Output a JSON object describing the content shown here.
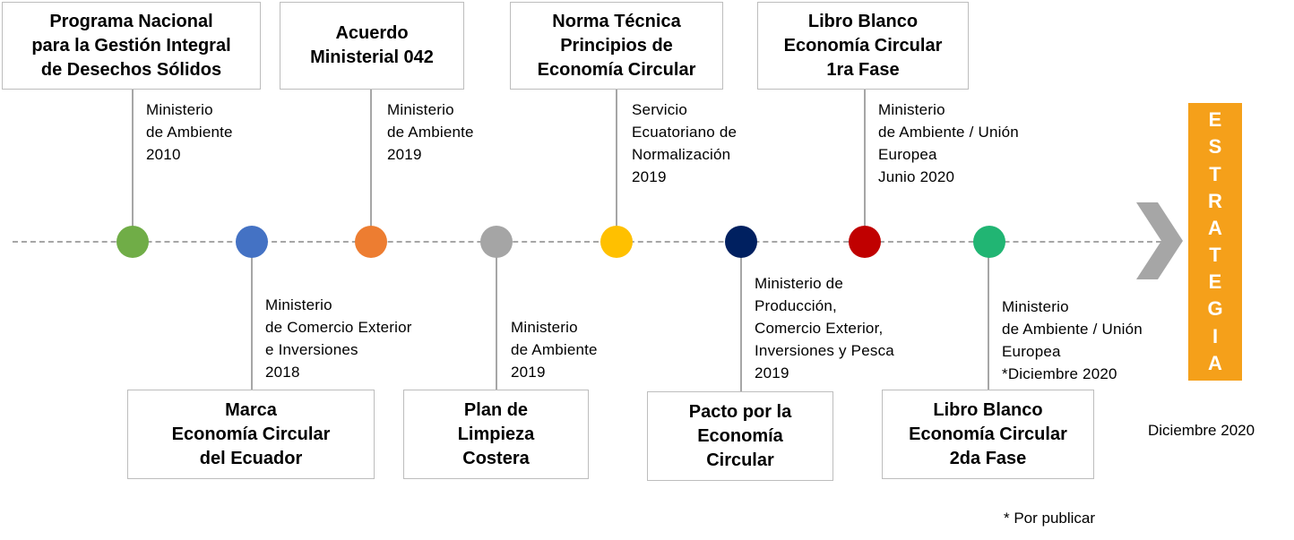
{
  "timeline_colors": {
    "green": "#70ad47",
    "blue": "#4472c4",
    "orange": "#ed7d31",
    "gray": "#a5a5a5",
    "yellow": "#ffc000",
    "navy": "#002060",
    "red": "#c00000",
    "emerald": "#21b573",
    "strategy": "#f5a01a"
  },
  "top_milestones": [
    {
      "title": "Programa Nacional\npara la Gestión Integral\nde Desechos Sólidos",
      "detail": "Ministerio\nde Ambiente\n2010"
    },
    {
      "title": "Acuerdo\nMinisterial 042",
      "detail": "Ministerio\nde Ambiente\n2019"
    },
    {
      "title": "Norma Técnica\nPrincipios de\nEconomía Circular",
      "detail": "Servicio\nEcuatoriano de\nNormalización\n2019"
    },
    {
      "title": "Libro Blanco\nEconomía Circular\n1ra Fase",
      "detail": "Ministerio\nde Ambiente / Unión\nEuropea\nJunio 2020"
    }
  ],
  "bottom_milestones": [
    {
      "title": "Marca\nEconomía Circular\ndel Ecuador",
      "detail": "Ministerio\nde Comercio Exterior\ne Inversiones\n2018"
    },
    {
      "title": "Plan de\nLimpieza\nCostera",
      "detail": "Ministerio\nde Ambiente\n2019"
    },
    {
      "title": "Pacto por la\nEconomía\nCircular",
      "detail": "Ministerio de\nProducción,\nComercio Exterior,\nInversiones y Pesca\n2019"
    },
    {
      "title": "Libro Blanco\nEconomía Circular\n2da Fase",
      "detail": "Ministerio\nde Ambiente / Unión\nEuropea\n*Diciembre 2020"
    }
  ],
  "strategy": {
    "letters": [
      "E",
      "S",
      "T",
      "R",
      "A",
      "T",
      "E",
      "G",
      "I",
      "A"
    ],
    "date": "Diciembre 2020"
  },
  "footnote": "* Por publicar"
}
